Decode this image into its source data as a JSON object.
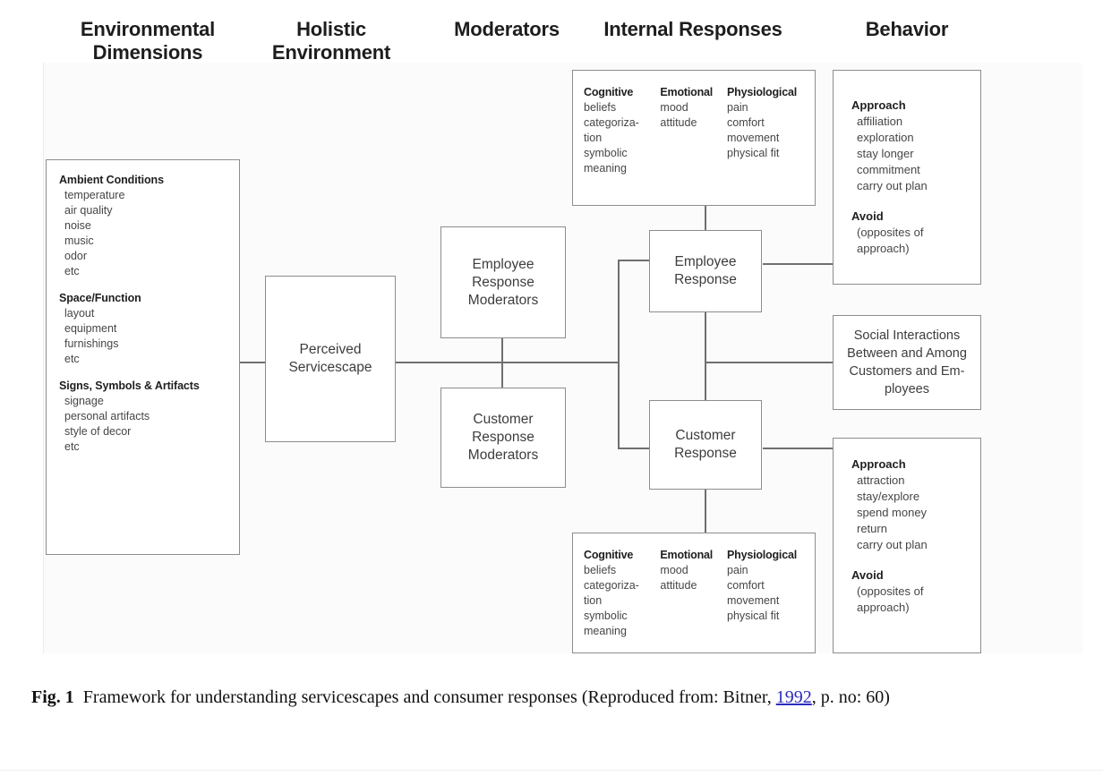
{
  "figure": {
    "column_headers": [
      {
        "id": "environmental-dimensions",
        "line1": "Environmental",
        "line2": "Dimensions"
      },
      {
        "id": "holistic-environment",
        "line1": "Holistic",
        "line2": "Environment"
      },
      {
        "id": "moderators",
        "line1": "Moderators",
        "line2": ""
      },
      {
        "id": "internal-responses",
        "line1": "Internal Responses",
        "line2": ""
      },
      {
        "id": "behavior",
        "line1": "Behavior",
        "line2": ""
      }
    ],
    "environmental_dimensions": {
      "groups": [
        {
          "heading": "Ambient Conditions",
          "items": [
            "temperature",
            "air quality",
            "noise",
            "music",
            "odor",
            "etc"
          ]
        },
        {
          "heading": "Space/Function",
          "items": [
            "layout",
            "equipment",
            "furnishings",
            "etc"
          ]
        },
        {
          "heading": "Signs, Symbols & Artifacts",
          "items": [
            "signage",
            "personal artifacts",
            "style of decor",
            "etc"
          ]
        }
      ]
    },
    "perceived_servicescape": {
      "line1": "Perceived",
      "line2": "Servicescape"
    },
    "moderators": [
      {
        "id": "employee-response-moderators",
        "line1": "Employee",
        "line2": "Response",
        "line3": "Moderators"
      },
      {
        "id": "customer-response-moderators",
        "line1": "Customer",
        "line2": "Response",
        "line3": "Moderators"
      }
    ],
    "internal_responses": [
      {
        "id": "employee-internal-responses",
        "columns": [
          {
            "heading": "Cognitive",
            "items": [
              "beliefs",
              "categoriza-",
              "tion",
              "symbolic",
              "meaning"
            ]
          },
          {
            "heading": "Emotional",
            "items": [
              "mood",
              "attitude"
            ]
          },
          {
            "heading": "Physiological",
            "items": [
              "pain",
              "comfort",
              "movement",
              "physical fit"
            ]
          }
        ]
      },
      {
        "id": "customer-internal-responses",
        "columns": [
          {
            "heading": "Cognitive",
            "items": [
              "beliefs",
              "categoriza-",
              "tion",
              "symbolic",
              "meaning"
            ]
          },
          {
            "heading": "Emotional",
            "items": [
              "mood",
              "attitude"
            ]
          },
          {
            "heading": "Physiological",
            "items": [
              "pain",
              "comfort",
              "movement",
              "physical fit"
            ]
          }
        ]
      }
    ],
    "responses": [
      {
        "id": "employee-response",
        "line1": "Employee",
        "line2": "Response"
      },
      {
        "id": "customer-response",
        "line1": "Customer",
        "line2": "Response"
      }
    ],
    "behaviors": [
      {
        "id": "employee-behavior",
        "approach_heading": "Approach",
        "approach_items": [
          "affiliation",
          "exploration",
          "stay longer",
          "commitment",
          "carry out plan"
        ],
        "avoid_heading": "Avoid",
        "avoid_items": [
          "(opposites of",
          "approach)"
        ]
      },
      {
        "id": "customer-behavior",
        "approach_heading": "Approach",
        "approach_items": [
          "attraction",
          "stay/explore",
          "spend money",
          "return",
          "carry out plan"
        ],
        "avoid_heading": "Avoid",
        "avoid_items": [
          "(opposites of",
          "approach)"
        ]
      }
    ],
    "social_interactions": {
      "lines": [
        "Social Interactions",
        "Between and Among",
        "Customers and Em-",
        "ployees"
      ]
    }
  },
  "caption": {
    "fig_label": "Fig. 1",
    "text_before_year": "Framework for understanding servicescapes and consumer responses (Reproduced from: Bitner, ",
    "year_link": "1992",
    "text_after_year": ", p. no: 60)"
  },
  "colors": {
    "box_border": "#8d8d8d",
    "edge": "#6f6f6f",
    "heading_text": "#1d1d1d",
    "body_text": "#464646",
    "link": "#2b2bbd",
    "page_background": "#ffffff"
  }
}
